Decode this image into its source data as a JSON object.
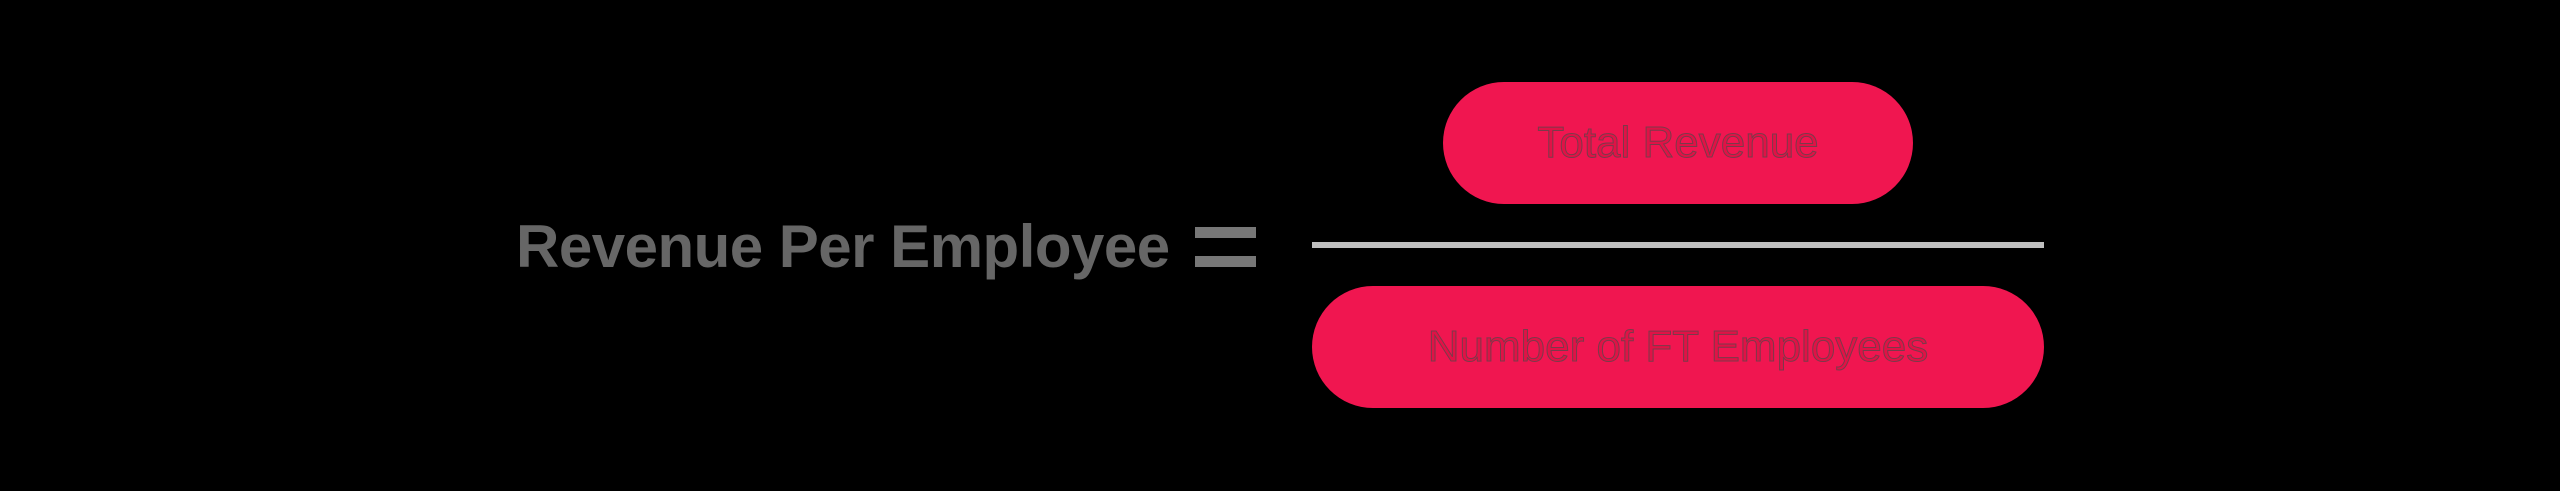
{
  "formula": {
    "lhs": "Revenue Per Employee",
    "operator": "=",
    "numerator": "Total Revenue",
    "denominator": "Number of FT Employees"
  },
  "colors": {
    "background": "#000000",
    "pill": "#f01650",
    "label_text": "#666666",
    "fraction_line": "#bfbfbf"
  }
}
